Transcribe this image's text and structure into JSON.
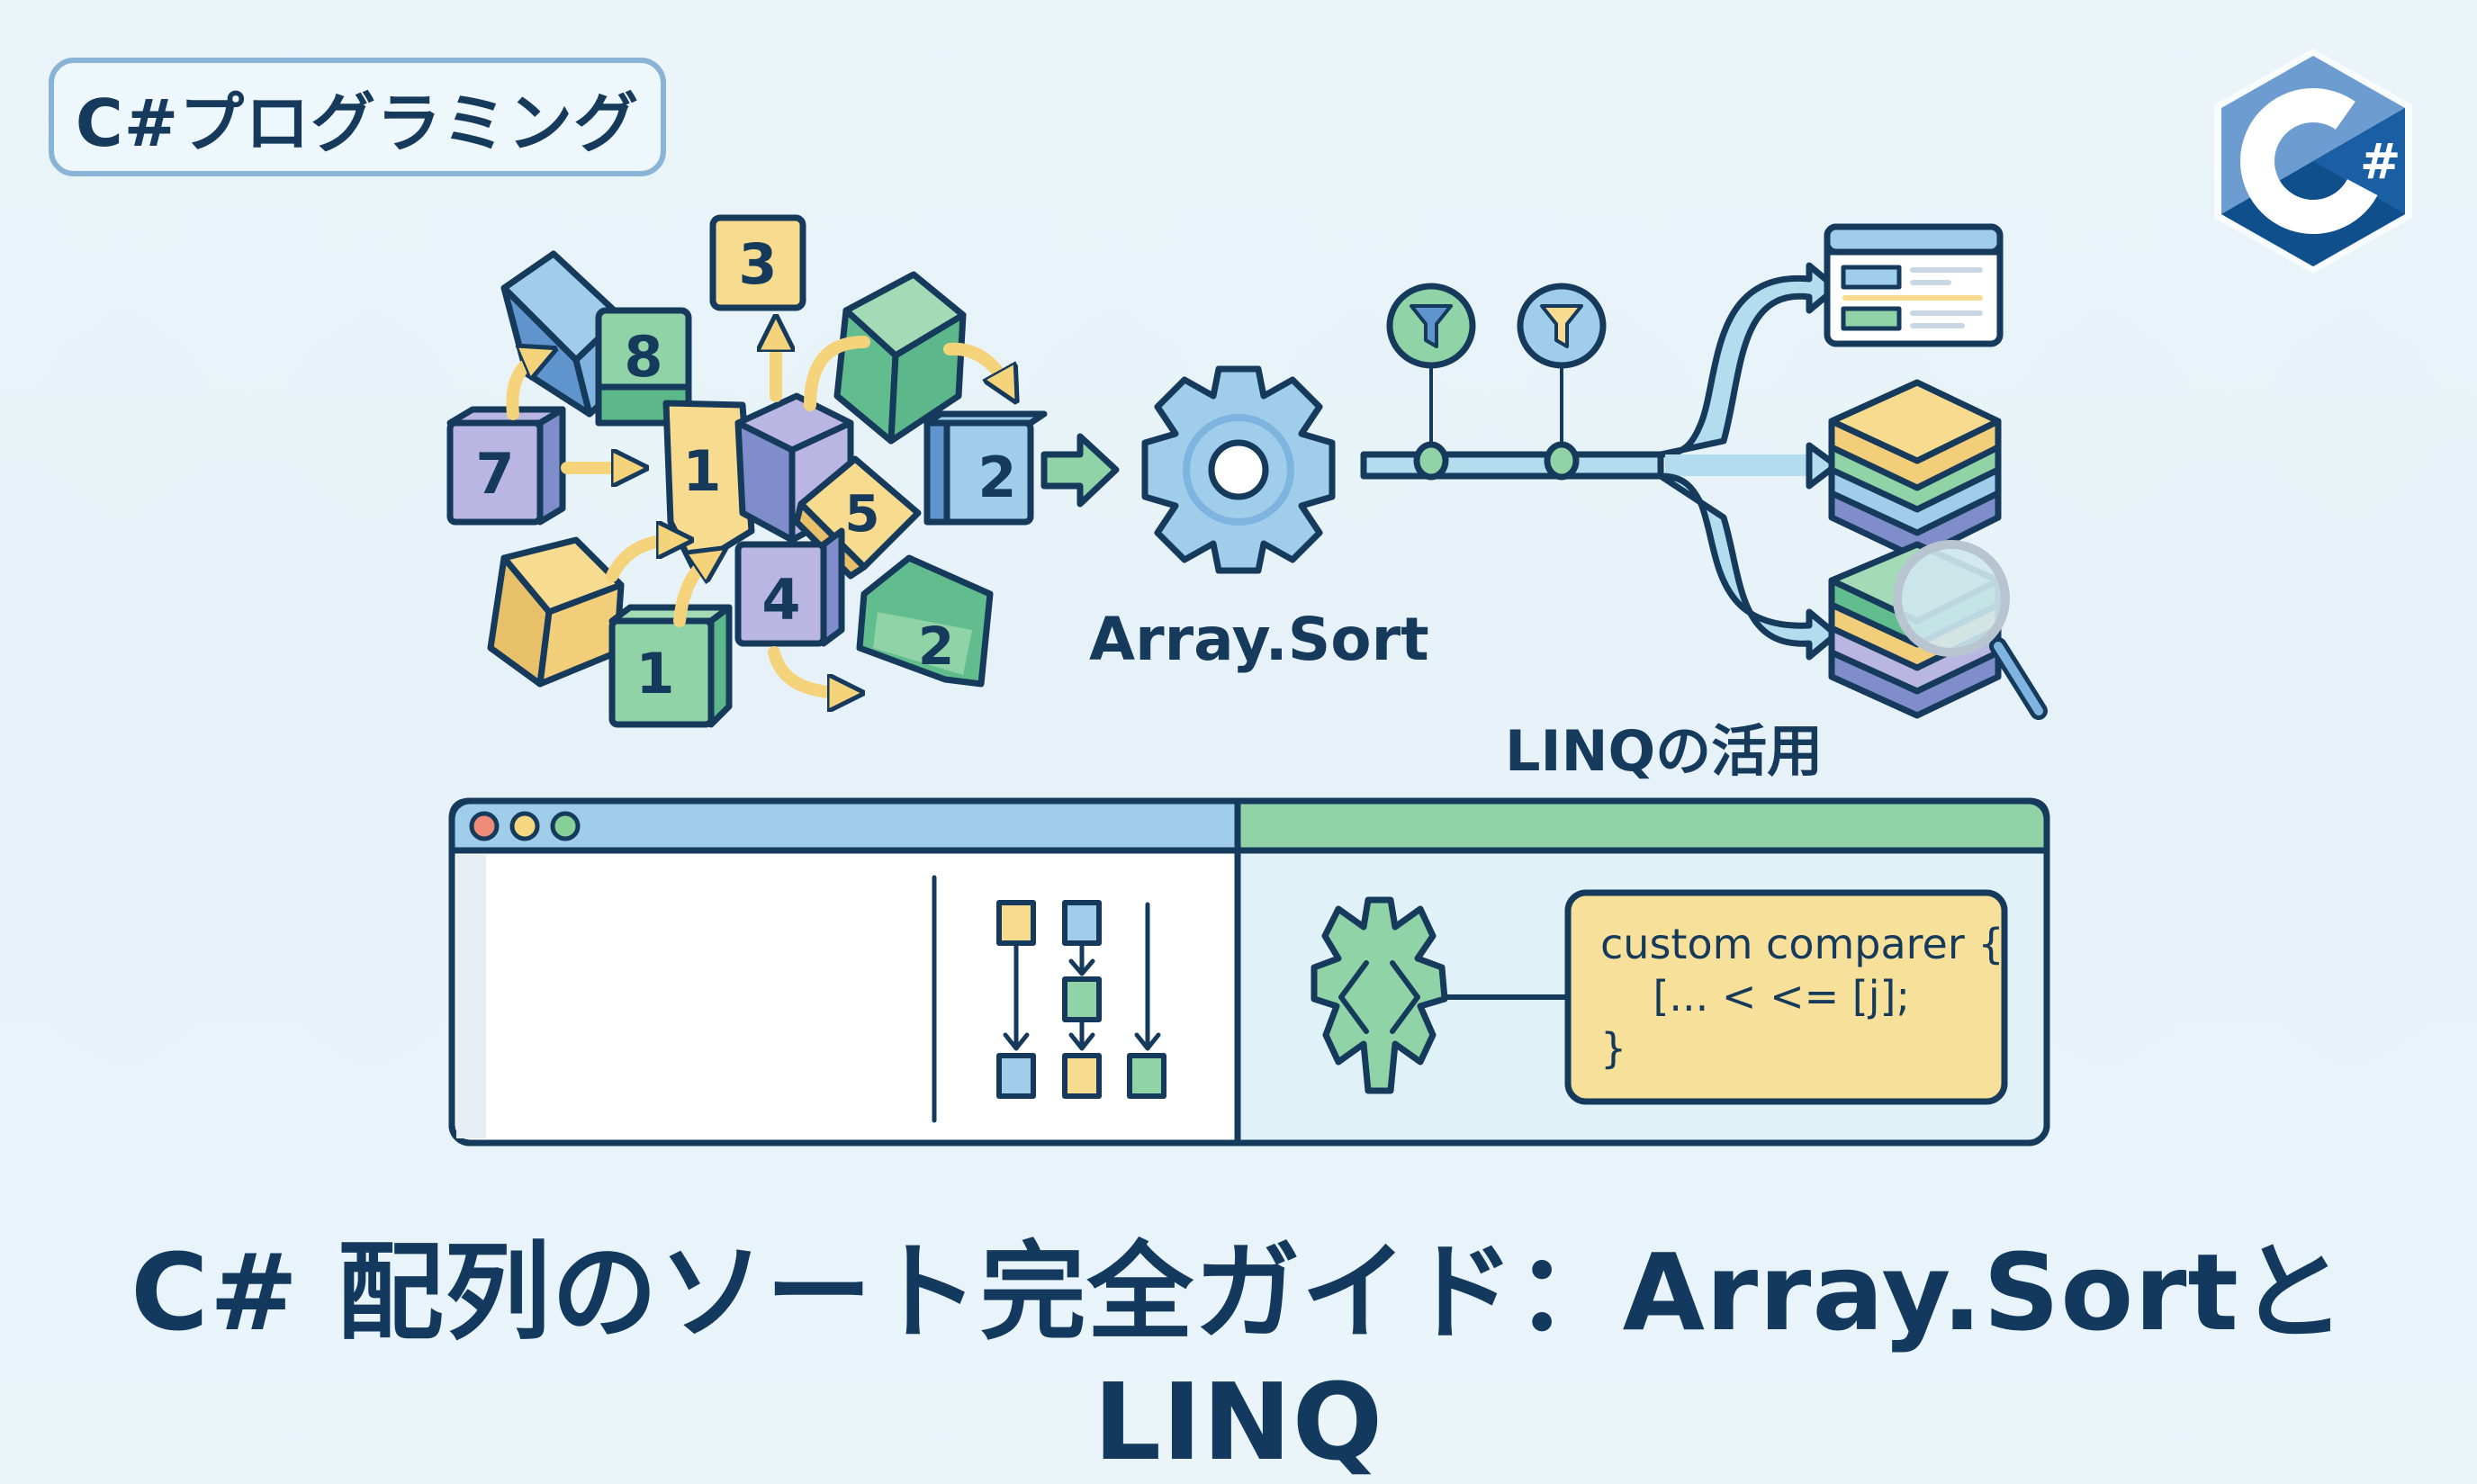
{
  "header": {
    "category_tag": "C#プログラミング",
    "logo_text": "C#"
  },
  "diagram": {
    "unsorted_blocks": [
      "3",
      "8",
      "7",
      "1",
      "5",
      "2",
      "4",
      "1",
      "2"
    ],
    "sorted_block": "2",
    "sort_label": "Array.Sort",
    "linq_label": "LINQの活用",
    "filter_icons": [
      "funnel-blue",
      "funnel-yellow"
    ],
    "outputs": [
      "list-window",
      "layer-stack",
      "search-stack"
    ]
  },
  "editor_panel": {
    "window_dots": [
      "#ef8a78",
      "#f5d77f",
      "#86cf99"
    ],
    "code_lines": [
      "custom comparer {",
      "    [... < <= [j];",
      "}"
    ]
  },
  "footer": {
    "title": "C# 配列のソート完全ガイド：Array.SortとLINQ"
  },
  "colors": {
    "ink": "#163a5c",
    "blue": "#9fcdea",
    "green": "#8fd3a6",
    "yellow": "#f7dc8f",
    "purple": "#b9b6e2",
    "accent_blue": "#5f95cc"
  }
}
